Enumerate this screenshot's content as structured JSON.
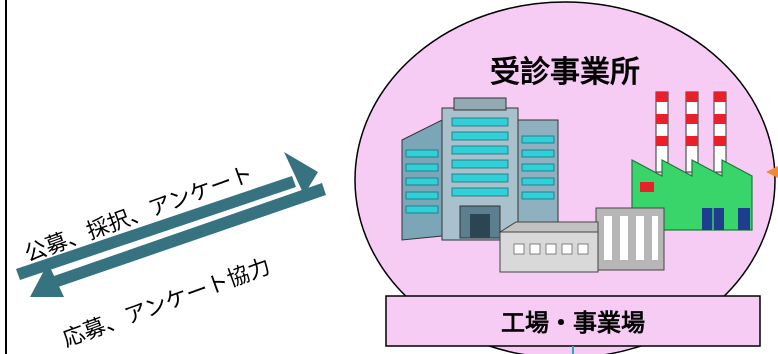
{
  "top_arrow_label": "公募、採択、アンケート",
  "bottom_arrow_label": "応募、アンケート協力",
  "circle_title": "受診事業所",
  "box_label": "工場・事業場",
  "colors": {
    "arrow": "#36727F",
    "circle_fill": "#F6CCF4",
    "box_fill": "#F6CCF4",
    "outline": "#000000"
  }
}
